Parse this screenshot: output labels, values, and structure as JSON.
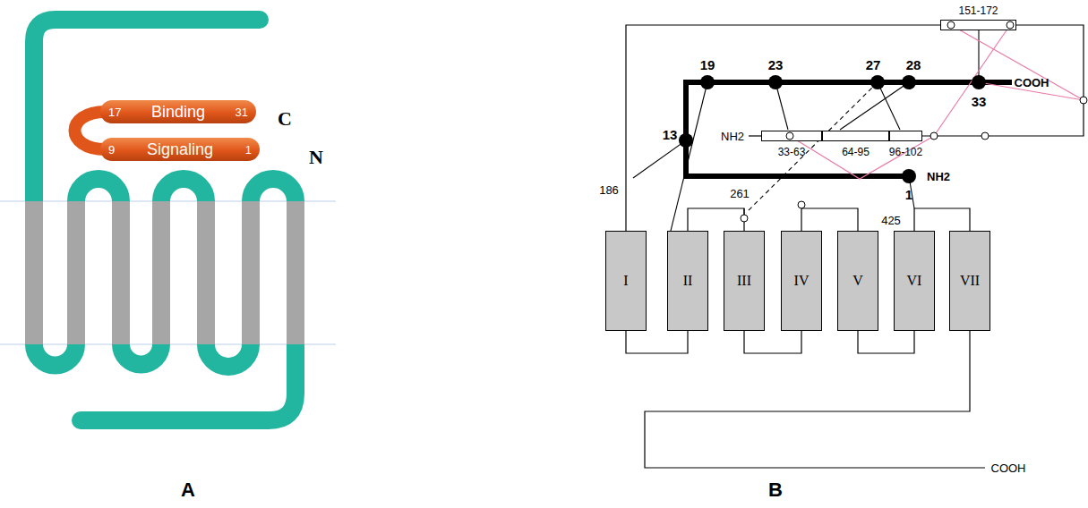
{
  "diagram": {
    "nodes": [
      {
        "text": [
          "17",
          "Binding",
          "31"
        ]
      },
      {
        "text": [
          "9",
          "Signaling",
          "1"
        ]
      },
      {
        "text": [
          "33-63"
        ]
      },
      {
        "text": [
          "64-95"
        ]
      },
      {
        "text": [
          "96-102"
        ]
      },
      {
        "text": [
          "151-172"
        ]
      },
      {
        "text": [
          "I"
        ]
      },
      {
        "text": [
          "II"
        ]
      },
      {
        "text": [
          "III"
        ]
      },
      {
        "text": [
          "IV"
        ]
      },
      {
        "text": [
          "V"
        ]
      },
      {
        "text": [
          "VI"
        ]
      },
      {
        "text": [
          "VII"
        ]
      }
    ],
    "edges": [
      {
        "from": 4,
        "to": 5,
        "arrow": "none"
      },
      {
        "from": 5,
        "to": 6,
        "arrow": "none"
      },
      {
        "from": 6,
        "to": 7,
        "arrow": "none"
      },
      {
        "from": 7,
        "to": 8,
        "arrow": "none"
      },
      {
        "from": 8,
        "to": 9,
        "arrow": "none"
      },
      {
        "from": 9,
        "to": 10,
        "arrow": "none"
      },
      {
        "from": 10,
        "to": 11,
        "arrow": "none"
      },
      {
        "from": 11,
        "to": 12,
        "arrow": "none"
      }
    ],
    "labels": [
      "C",
      "N",
      "19",
      "23",
      "27",
      "28",
      "13",
      "33",
      "1",
      "NH2",
      "COOH",
      "NH2",
      "COOH",
      "186",
      "261",
      "425",
      "A",
      "B"
    ]
  }
}
